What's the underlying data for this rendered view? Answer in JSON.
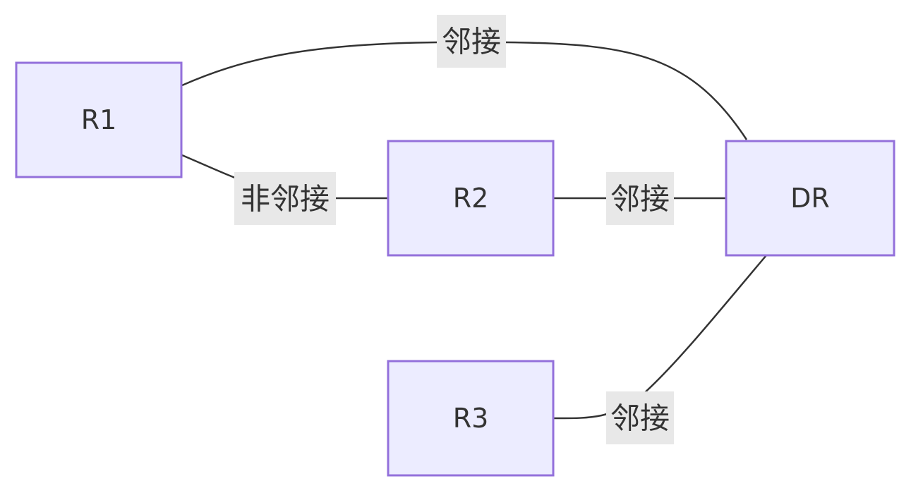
{
  "nodes": {
    "r1": "R1",
    "r2": "R2",
    "r3": "R3",
    "dr": "DR"
  },
  "edges": {
    "r1_dr": "邻接",
    "r1_r2": "非邻接",
    "r2_dr": "邻接",
    "r3_dr": "邻接"
  },
  "colors": {
    "node_fill": "#ECECFF",
    "node_stroke": "#9370DB",
    "edge_stroke": "#333333",
    "label_bg": "#E8E8E8",
    "text": "#333333"
  }
}
